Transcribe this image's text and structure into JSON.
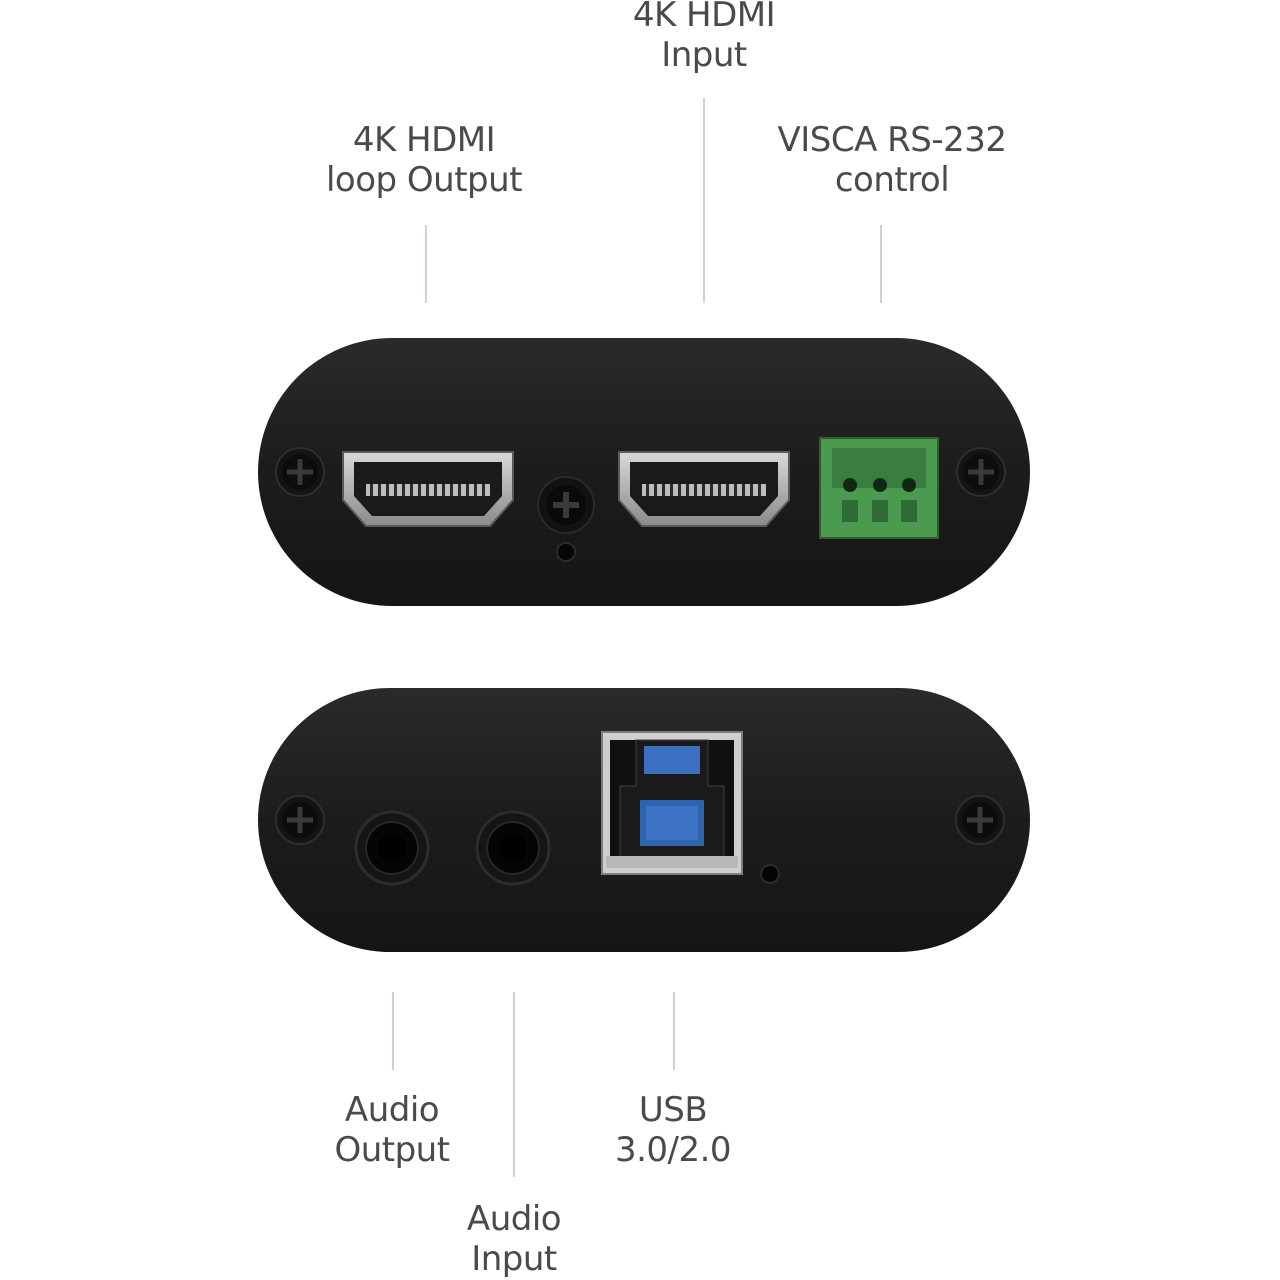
{
  "labels": {
    "hdmi_input": {
      "line1": "4K HDMI",
      "line2": "Input"
    },
    "hdmi_loop": {
      "line1": "4K HDMI",
      "line2": "loop Output"
    },
    "visca": {
      "line1": "VISCA RS-232",
      "line2": "control"
    },
    "audio_output": {
      "line1": "Audio",
      "line2": "Output"
    },
    "audio_input": {
      "line1": "Audio",
      "line2": "Input"
    },
    "usb": {
      "line1": "USB",
      "line2": "3.0/2.0"
    }
  },
  "colors": {
    "body": "#1e1e1e",
    "terminal_green": "#3f8a45",
    "usb_blue": "#2f63b0",
    "label_text": "#4a4a4a",
    "leader_line": "#c9d3dc"
  }
}
